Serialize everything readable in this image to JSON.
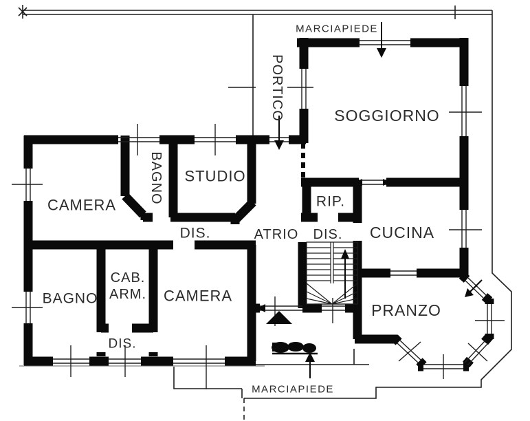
{
  "plan": {
    "type": "floor-plan",
    "sidewalk_top": "MARCIAPIEDE",
    "sidewalk_bottom": "MARCIAPIEDE",
    "rooms": {
      "portico": "PORTICO",
      "soggiorno": "SOGGIORNO",
      "camera_nw": "CAMERA",
      "bagno_upper": "BAGNO",
      "studio": "STUDIO",
      "dis_hall": "DIS.",
      "atrio": "ATRIO",
      "rip": "RIP.",
      "dis_entry": "DIS.",
      "cucina": "CUCINA",
      "bagno_lower": "BAGNO",
      "cab_arm_line1": "CAB.",
      "cab_arm_line2": "ARM.",
      "dis_service": "DIS.",
      "camera_south": "CAMERA",
      "pranzo": "PRANZO"
    }
  },
  "colors": {
    "wall": "#0a0a0a",
    "line": "#1f1f1f",
    "label": "#2b2b2b",
    "background": "#ffffff"
  }
}
